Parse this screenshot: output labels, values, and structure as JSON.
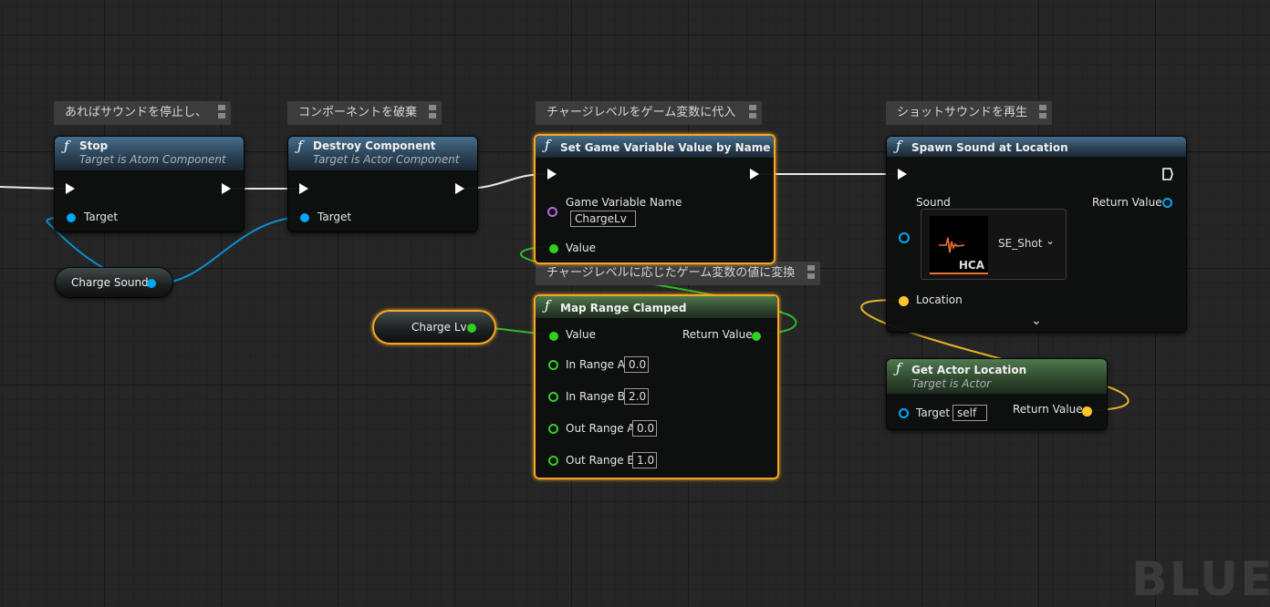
{
  "comments": {
    "stop": "あればサウンドを停止し、",
    "destroy": "コンポーネントを破棄",
    "set_var": "チャージレベルをゲーム変数に代入",
    "spawn": "ショットサウンドを再生",
    "map_range": "チャージレベルに応じたゲーム変数の値に変換"
  },
  "nodes": {
    "stop": {
      "title": "Stop",
      "subtitle": "Target is Atom Component",
      "target": "Target"
    },
    "destroy": {
      "title": "Destroy Component",
      "subtitle": "Target is Actor Component",
      "target": "Target"
    },
    "set_var": {
      "title": "Set Game Variable Value by Name",
      "name_label": "Game Variable Name",
      "name_value": "ChargeLv",
      "value_label": "Value"
    },
    "spawn": {
      "title": "Spawn Sound at Location",
      "sound_label": "Sound",
      "return_label": "Return Value",
      "asset_name": "SE_Shot",
      "asset_type": "HCA",
      "location_label": "Location"
    },
    "map_range": {
      "title": "Map Range Clamped",
      "value_label": "Value",
      "return_label": "Return Value",
      "in_a_label": "In Range A",
      "in_a": "0.0",
      "in_b_label": "In Range B",
      "in_b": "2.0",
      "out_a_label": "Out Range A",
      "out_a": "0.0",
      "out_b_label": "Out Range B",
      "out_b": "1.0"
    },
    "get_loc": {
      "title": "Get Actor Location",
      "subtitle": "Target is Actor",
      "target_label": "Target",
      "target_value": "self",
      "return_label": "Return Value"
    }
  },
  "variables": {
    "charge_sound": "Charge Sound",
    "charge_lv": "Charge Lv"
  },
  "watermark": "BLUEP",
  "colors": {
    "object_pin": "#00a8f3",
    "float_pin": "#30d020",
    "vector_pin": "#ffc52c",
    "name_pin": "#b46ad8",
    "selection": "#f5a623"
  }
}
